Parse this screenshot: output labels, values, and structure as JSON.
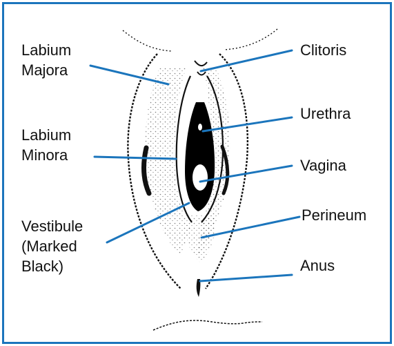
{
  "colors": {
    "frame": "#1b75bc",
    "leader_line": "#1b75bc",
    "illustration": "#111111"
  },
  "labels": {
    "labium_majora": "Labium\nMajora",
    "labium_minora": "Labium\nMinora",
    "vestibule": "Vestibule\n(Marked\nBlack)",
    "clitoris": "Clitoris",
    "urethra": "Urethra",
    "vagina": "Vagina",
    "perineum": "Perineum",
    "anus": "Anus"
  }
}
